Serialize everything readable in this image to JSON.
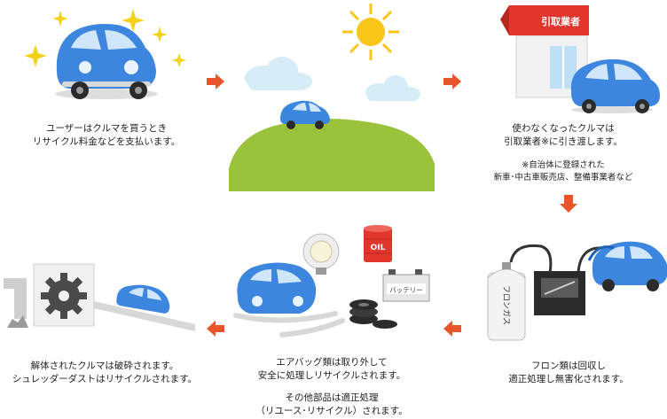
{
  "colors": {
    "arrow": "#e8552a",
    "car_body": "#3d86e0",
    "car_dark": "#1f5fb8",
    "hill": "#9ac23a",
    "sun": "#f8c518",
    "sparkle": "#f3d21a",
    "shop_red": "#e2352b",
    "cloud": "#d6ecf7",
    "gray": "#9a9a9a"
  },
  "steps": {
    "s1": {
      "line1": "ユーザーはクルマを買うとき",
      "line2": "リサイクル料金などを支払います。"
    },
    "s2": {
      "line1": "使わなくなったクルマは",
      "line2": "引取業者※に引き渡します。",
      "note1": "※自治体に登録された",
      "note2": "新車･中古車販売店、整備事業者など"
    },
    "s3": {
      "line1": "フロン類は回収し",
      "line2": "適正処理し無害化されます。"
    },
    "s4": {
      "line1": "エアバッグ類は取り外して",
      "line2": "安全に処理しリサイクルされます。",
      "line3": "その他部品は適正処理",
      "line4": "（リユース･リサイクル）されます。"
    },
    "s5": {
      "line1": "解体されたクルマは破砕されます。",
      "line2": "シュレッダーダストはリサイクルされます。"
    }
  },
  "labels": {
    "shop_sign": "引取業者",
    "oil": "OIL",
    "battery": "バッテリー",
    "freon_tank": "フロンガス"
  },
  "icons": {
    "flow_arrow": "right-arrow",
    "flow_down": "down-arrow",
    "flow_left": "left-arrow"
  }
}
